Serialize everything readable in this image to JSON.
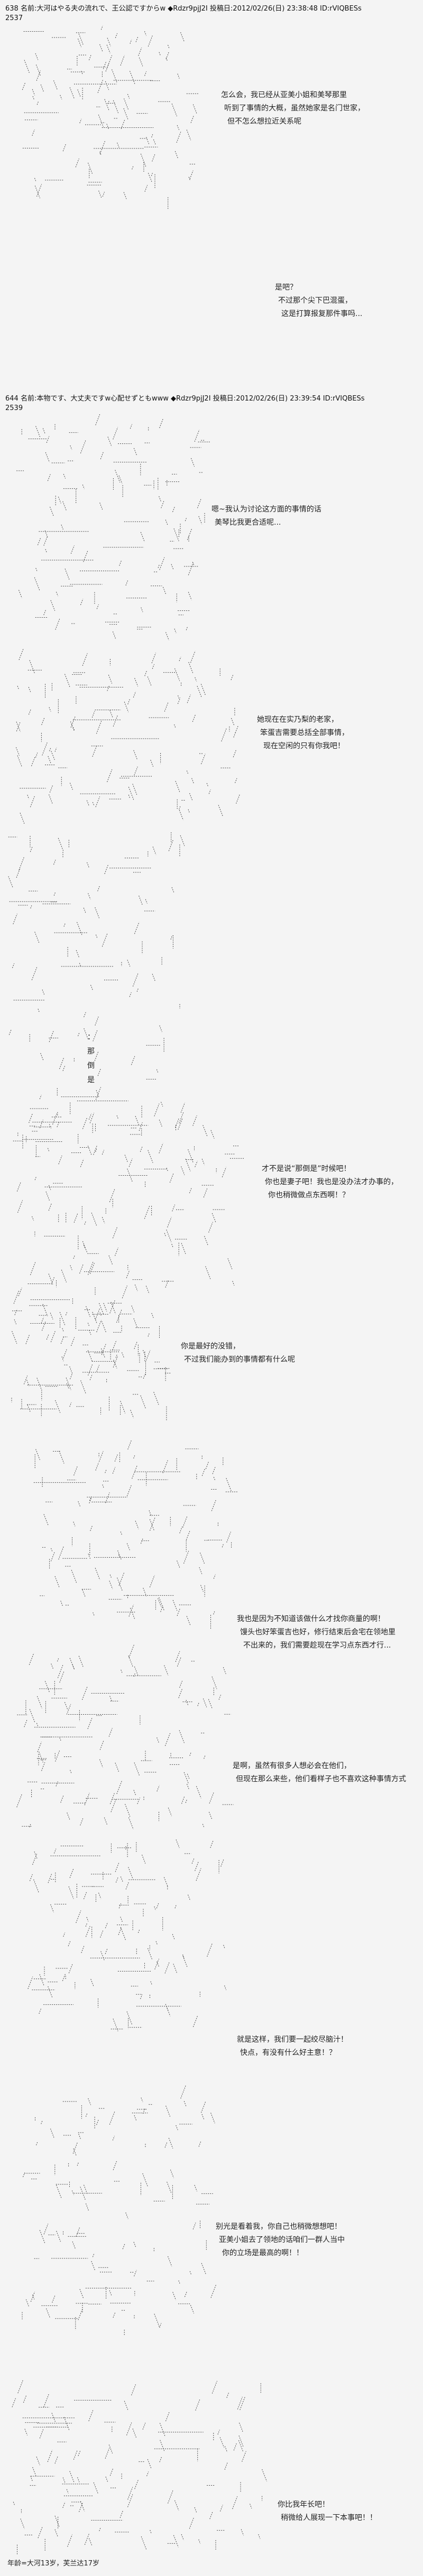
{
  "posts": [
    {
      "number": "638",
      "name_label": "名前:",
      "name": "大河はやる夫の流れで、王公認ですからw",
      "trip": "◆Rdzr9pjJ2I",
      "date_label": "投稿日:",
      "date": "2012/02/26(日) 23:38:48",
      "id": "ID:rVIQBESs",
      "id_cont": "2537"
    },
    {
      "number": "644",
      "name_label": "名前:",
      "name": "本物です、大丈夫ですw心配せずともwww",
      "trip": "◆Rdzr9pjJ2I",
      "date_label": "投稿日:",
      "date": "2012/02/26(日) 23:39:54",
      "id": "ID:rVIQBESs",
      "id_cont": "2539"
    }
  ],
  "dialogues": [
    {
      "lines": [
        "怎么会，我已经从亚美小姐和美琴那里",
        "听到了事情的大概，虽然她家是名门世家，",
        "但不怎么想拉近关系呢"
      ]
    },
    {
      "lines": [
        "是吧？",
        "不过那个尖下巴混蛋，",
        "这是打算报复那件事吗..."
      ]
    },
    {
      "lines": [
        "嗯~我认为讨论这方面的事情的话",
        "美琴比我更合适呢..."
      ]
    },
    {
      "lines": [
        "她现在在实乃梨的老家，",
        "笨蛋吉需要总括全部事情，",
        "现在空闲的只有你我吧！"
      ]
    },
    {
      "lines": [
        "才不是说“那倒是”时候吧！",
        "你也是妻子吧！我也是没办法才办事的，",
        "你也稍微做点东西啊！？"
      ]
    },
    {
      "lines": [
        "你是最好的没错，",
        "不过我们能办到的事情都有什么呢"
      ]
    },
    {
      "lines": [
        "我也是因为不知道该做什么才找你商量的啊！",
        "馒头也好笨蛋吉也好，修行结束后会宅在领地里",
        "不出来的，我们需要趁现在学习点东西才行..."
      ]
    },
    {
      "lines": [
        "是啊，虽然有很多人想必会在他们，",
        "但现在那么来些，他们看样子也不喜欢这种事情方式"
      ]
    },
    {
      "lines": [
        "就是这样，我们要一起绞尽脑汁！",
        "快点，有没有什么好主意！？"
      ]
    },
    {
      "lines": [
        "别光是看着我，你自己也稍微想想吧！",
        "亚美小姐去了领地的话咱们一群人当中",
        "你的立场是最高的啊！！"
      ]
    },
    {
      "lines": [
        "你比我年长吧！",
        "稍微给人展现一下本事吧！！"
      ]
    }
  ],
  "vertical_text": [
    "：",
    "那",
    "倒",
    "是"
  ],
  "footer": "年龄=大河13岁，芙兰达17岁"
}
